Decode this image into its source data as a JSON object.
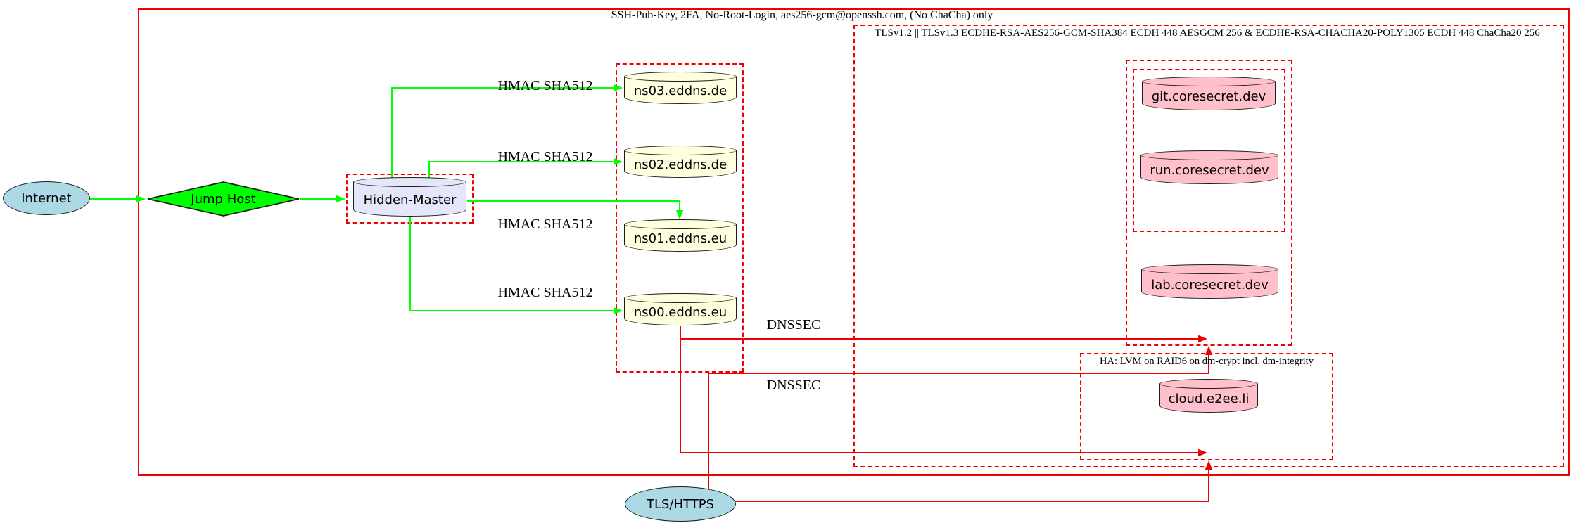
{
  "clusters": {
    "ssh": {
      "label": "SSH-Pub-Key, 2FA, No-Root-Login, aes256-gcm@openssh.com, (No ChaCha) only"
    },
    "tls": {
      "label": "TLSv1.2 || TLSv1.3 ECDHE-RSA-AES256-GCM-SHA384 ECDH 448 AESGCM 256 & ECDHE-RSA-CHACHA20-POLY1305 ECDH 448 ChaCha20 256"
    },
    "ha": {
      "label": "HA: LVM on RAID6 on dm-crypt incl. dm-integrity"
    }
  },
  "nodes": {
    "internet": {
      "label": "Internet"
    },
    "jump_host": {
      "label": "Jump Host"
    },
    "hidden_master": {
      "label": "Hidden-Master"
    },
    "ns03": {
      "label": "ns03.eddns.de"
    },
    "ns02": {
      "label": "ns02.eddns.de"
    },
    "ns01": {
      "label": "ns01.eddns.eu"
    },
    "ns00": {
      "label": "ns00.eddns.eu"
    },
    "git": {
      "label": "git.coresecret.dev"
    },
    "run": {
      "label": "run.coresecret.dev"
    },
    "lab": {
      "label": "lab.coresecret.dev"
    },
    "cloud": {
      "label": "cloud.e2ee.li"
    },
    "tls_https": {
      "label": "TLS/HTTPS"
    }
  },
  "edge_labels": {
    "hmac": "HMAC SHA512",
    "dnssec": "DNSSEC"
  },
  "colors": {
    "edge_green": "#00ff00",
    "edge_red": "#f10000",
    "cluster_red": "#f10000",
    "node_blue": "#add8e6",
    "node_green": "#00ff00",
    "node_lavender": "#e6e6fa",
    "node_yellow": "#ffffe0",
    "node_pink": "#ffc0cb",
    "outline_black": "#1c1c1c"
  }
}
